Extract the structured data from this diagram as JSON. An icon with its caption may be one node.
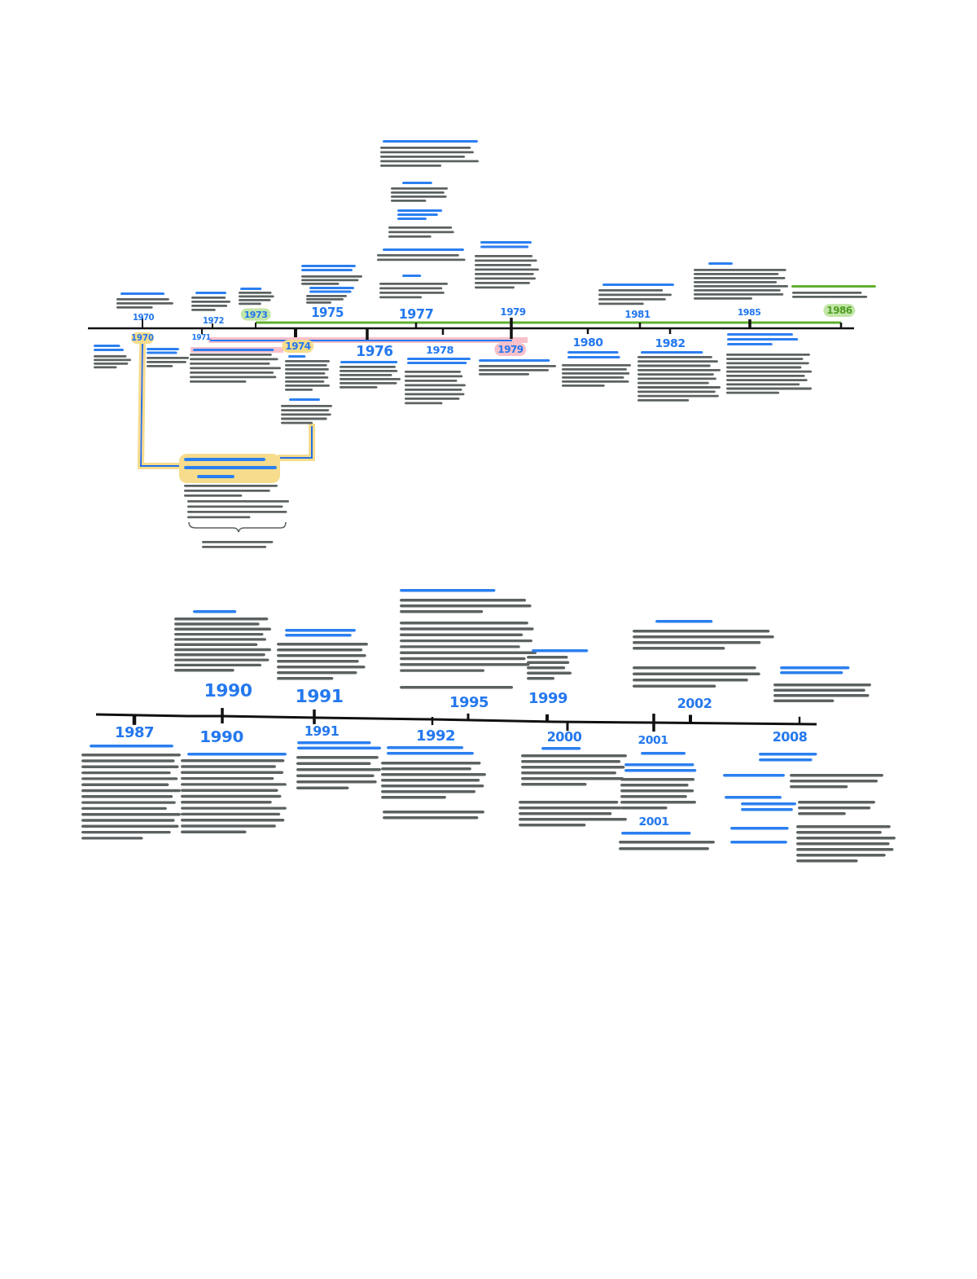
{
  "diagram": {
    "nodes": [
      {
        "text": [
          "1970"
        ]
      },
      {
        "text": [],
        "shape": "picture"
      },
      {
        "text": [],
        "shape": "box"
      }
    ],
    "edges": [
      {
        "from": 0,
        "to": 2,
        "arrow": "none"
      },
      {
        "from": 1,
        "to": 2,
        "arrow": "none"
      }
    ],
    "labels": [
      "1970",
      "1972",
      "1973",
      "1975",
      "1977",
      "1979",
      "1981",
      "1985",
      "1986",
      "1971",
      "1974",
      "1976",
      "1978",
      "1979",
      "1980",
      "1982",
      "1990",
      "1991",
      "1995",
      "1999",
      "2002",
      "1987",
      "1990",
      "1991",
      "1992",
      "2000",
      "2001",
      "2001",
      "2008"
    ]
  }
}
